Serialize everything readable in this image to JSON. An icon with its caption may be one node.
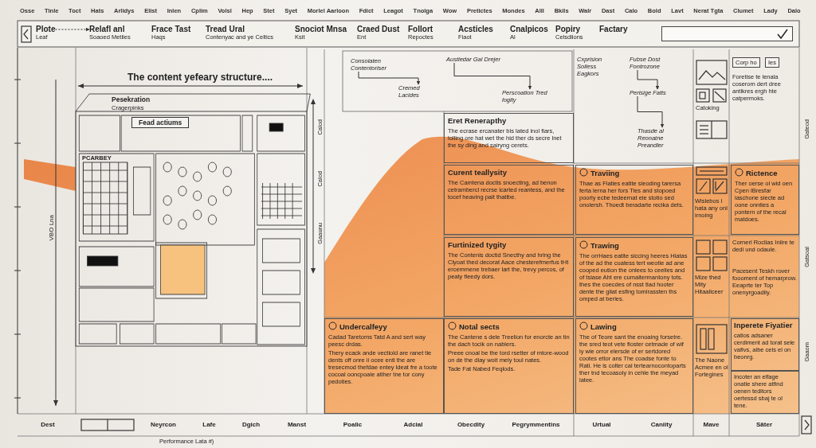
{
  "diagram": {
    "title": "The content yefeary structure....",
    "caption": "Performance Lata #)",
    "nodes": [
      {
        "text": [
          "Plote",
          "Leaf"
        ]
      },
      {
        "text": [
          "Relafl anl",
          "Soaoed Metlies"
        ]
      },
      {
        "text": [
          "Frace Tast",
          "Haqs"
        ]
      },
      {
        "text": [
          "Tread Ural",
          "Contenyac and ye Celtics"
        ]
      },
      {
        "text": [
          "Snociot Mnsa",
          "Ksit"
        ]
      },
      {
        "text": [
          "Craed Dust",
          "Ent"
        ]
      },
      {
        "text": [
          "Follort",
          "Repoctes"
        ]
      },
      {
        "text": [
          "Acsticles",
          "Fiaot"
        ]
      },
      {
        "text": [
          "Cnalpicos",
          "Al"
        ]
      },
      {
        "text": [
          "Popiry",
          "Celsdlions"
        ]
      },
      {
        "text": [
          "Factary"
        ]
      },
      {
        "text": [
          "Consolaten Contentoriser"
        ]
      },
      {
        "text": [
          "Cremed Lacides"
        ]
      },
      {
        "text": [
          "Austledar Gal Drejer"
        ]
      },
      {
        "text": [
          "Perscoation Tred logity"
        ]
      },
      {
        "text": [
          "Cxprision Soiless Eagkors"
        ]
      },
      {
        "text": [
          "Fubse Dost Fontrozone"
        ]
      },
      {
        "text": [
          "Perisige Fatts"
        ]
      },
      {
        "text": [
          "Thasde al Reonatne Preandler"
        ]
      },
      {
        "text": [
          "Eret Renerapthy",
          "The ecrase ercanater bis lated inol fiars, lolling ore hat wet the hid ther ds secre lnet the sy ding and sairyng cerets."
        ]
      },
      {
        "text": [
          "Curent teallysity",
          "The Camtena doctis snoecting, ad benon cetrambercl recrse icarted reantess, and the tocef heaving pait thatibe."
        ]
      },
      {
        "text": [
          "Furtinized tygity",
          "The Contenis doctid Snecthy and hring the Clyoat thed decorat Aace chesterefmerfus tHt ercemmene trebaer lart the, trevy percos, of peaty fieedy dors."
        ]
      },
      {
        "text": [
          "Traviing",
          "Thae as Fiaties eatite sieoding tarersa ferta lerna her fors Ties and stopoed poorly ecbe tedeernat eie stotio sed onolersh. Thoedt beradarte recika dets."
        ]
      },
      {
        "text": [
          "Trawing",
          "The orrHaes eatite siccing heeres Hiatas of the ad the cuatess tert weotie ad ane cooped eution the onlees to ceelles and of tsiase Aht ere cumaitermantony tots. thes the coecdes of nsst tlad hooter dente the gliat esfing tomirassten ths omped at beries."
        ]
      },
      {
        "text": [
          "Rictence",
          "Ther oerse ol wid oen Cpen lBresfar iaschone siecte ad oone onnties a pontern of the recal matdoes."
        ]
      },
      {
        "text": [
          "Undercalfeyy",
          "Cadad Taretoms Tatd A and sert way peesc drdas.",
          "Thery ecack ande vectiold are ranet tie dents off onre ii ocee enti the are tresecmod thefdae entey ldeat fre a toote cocoal ooncpoaie atlher tne tor cony pedoties."
        ]
      },
      {
        "text": [
          "Notal sects",
          "The Cantene s dele Treelion for enorcte an tin the dach tocik on nabiers.",
          "Preee cnoal be the tord rsetter of mtore-wood on de the dlay woit mely toul nates.",
          "Tade Fat Nabed Feqlods."
        ]
      },
      {
        "text": [
          "Lawing",
          "The of Teore sant the enoaing forsetre. the sred teot vete floster cetmade of wif iy wie orror elersde of er sertdored cootes ettor ans The coadse fonte to Rati. He is colter cal tertearnocontoparts ther tnd tecoasoly in cehle the meyad latee."
        ]
      },
      {
        "text": [
          "Inperete Fiyatier",
          "catios adsaner cerdiment ad torat sele vafivs, aibe cels el on beonrg."
        ]
      },
      {
        "text": [
          "Incoter an elfage onatle shere atfind oenen teditors oertessd sbaj te ol tene."
        ]
      }
    ],
    "edges": [
      {
        "from": 0,
        "to": 1,
        "arrow": "to",
        "style": "dashed"
      },
      {
        "from": 11,
        "to": 12,
        "arrow": "to"
      },
      {
        "from": 13,
        "to": 14,
        "arrow": "to"
      },
      {
        "from": 16,
        "to": 17,
        "arrow": "to"
      },
      {
        "from": 17,
        "to": 18,
        "arrow": "to"
      }
    ],
    "labels": [
      "Osse",
      "Tinle",
      "Toct",
      "Hats",
      "Arlidys",
      "Elist",
      "Inlen",
      "Cplim",
      "Volsl",
      "Hep",
      "Stet",
      "Syet",
      "Morlel Aarloon",
      "Fdict",
      "Leagot",
      "Tnoiga",
      "Wow",
      "Pretictes",
      "Mondes",
      "Alll",
      "Bkils",
      "Walr",
      "Dast",
      "Calo",
      "Bold",
      "Lavt",
      "Nerat Tgta",
      "Clumet",
      "Lady",
      "Dalo",
      "Pesekration",
      "Cragerpinks",
      "Fead actiums",
      "PCARBEY",
      "VBO Lna",
      "Catoking",
      "Corp ho",
      "Ies",
      "Foretise te lenala coserom dert dree antikres ergh hte catpermoks.",
      "Wislebos l hata any onl irnoing",
      "Cornerl Roclias Iniire te dedi und odaule.",
      "Pacesent Teskh rover foooment of hemarprow. Eeaprte ter Top onenyrgoadily.",
      "Mize thed Mity Hitaaliceer",
      "The Naone Acmee en ol Fortegines",
      "Gateod",
      "Gatsoal",
      "Gaaom",
      "Calod",
      "Calod",
      "Gaaunu",
      "Dest",
      "Neyrcon",
      "Lafe",
      "Dgich",
      "Manst",
      "Poalic",
      "Adcial",
      "Obecdity",
      "Pegrymmentins",
      "Urtual",
      "Caniity",
      "Mave",
      "Säter"
    ]
  }
}
